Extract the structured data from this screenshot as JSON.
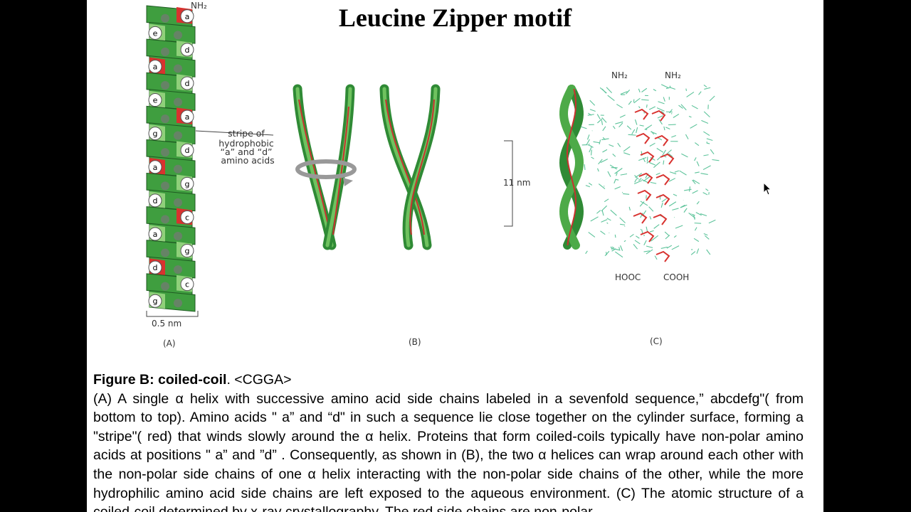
{
  "slide": {
    "title": "Leucine Zipper motif"
  },
  "figure": {
    "panel_a": {
      "terminus_label": "NH₂",
      "residues": [
        "a",
        "e",
        "d",
        "a",
        "d",
        "e",
        "a",
        "g",
        "d",
        "a",
        "g",
        "d",
        "c",
        "a",
        "g",
        "d",
        "c",
        "g"
      ],
      "stripe_annotation": [
        "stripe of",
        "hydrophobic",
        "“a” and “d”",
        "amino acids"
      ],
      "scale_label": "0.5 nm",
      "panel_label": "(A)"
    },
    "panel_b": {
      "dimension_label": "11 nm",
      "panel_label": "(B)"
    },
    "panel_c": {
      "top_labels": [
        "NH₂",
        "NH₂"
      ],
      "bottom_labels": [
        "HOOC",
        "COOH"
      ],
      "panel_label": "(C)"
    },
    "colors": {
      "helix_green": "#3f9e3f",
      "stripe_red": "#d8322f",
      "atomic_green": "#5cc39a"
    }
  },
  "caption": {
    "heading": "Figure B: coiled-coil",
    "tag": ". <CGGA>",
    "body": "(A) A single α helix with successive amino acid side chains labeled in a sevenfold sequence,” abcdefg\"( from bottom to top). Amino acids \" a” and “d\" in such a sequence lie close together on the cylinder surface, forming a \"stripe\"( red) that winds slowly around the α helix. Proteins that form coiled-coils typically have non-polar amino acids at positions \" a” and ”d” . Consequently, as shown in (B), the two α helices can wrap around each other with the non-polar side chains of one α helix interacting with the non-polar side chains of the other, while the more hydrophilic amino acid side chains are left exposed to the aqueous environment. (C) The atomic structure of a coiled-coil determined by x-ray crystallography. The red side chains are non-polar."
  }
}
